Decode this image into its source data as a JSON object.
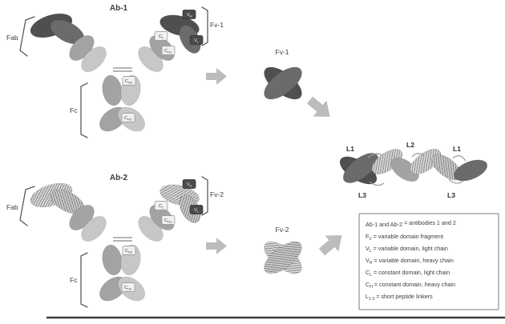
{
  "palette": {
    "domain_dark": "#4f4f4f",
    "domain_dark_alt": "#6b6b6b",
    "domain_mid": "#a3a3a3",
    "domain_light": "#c7c7c7",
    "hatch_bg": "#dcdcdc",
    "hatch_line": "#7f7f7f",
    "arrow": "#bcbcbc",
    "bracket": "#5a5a5a",
    "legend_border": "#7a7a7a",
    "text": "#3c3c3c"
  },
  "ab1": {
    "title": "Ab-1",
    "fab_label": "Fab",
    "fv_label": "Fv-1",
    "fc_label": "Fc"
  },
  "ab2": {
    "title": "Ab-2",
    "fab_label": "Fab",
    "fv_label": "Fv-2",
    "fc_label": "Fc"
  },
  "chips": {
    "vh": {
      "sym": "V",
      "sub": "H"
    },
    "vl": {
      "sym": "V",
      "sub": "L"
    },
    "cl": {
      "sym": "C",
      "sub": "L"
    },
    "ch1": {
      "sym": "C",
      "sub": "H1"
    },
    "ch2": {
      "sym": "C",
      "sub": "H2"
    },
    "ch3": {
      "sym": "C",
      "sub": "H3"
    }
  },
  "fragments": {
    "fv1_label": "Fv-1",
    "fv2_label": "Fv-2"
  },
  "construct": {
    "l1_left": "L1",
    "l2": "L2",
    "l1_right": "L1",
    "l3_left": "L3",
    "l3_right": "L3"
  },
  "legend": {
    "lines": [
      {
        "sym": "Ab-1 and Ab-2",
        "sub": "",
        "rest": " = antibodies 1 and 2"
      },
      {
        "sym": "F",
        "sub": "V",
        "rest": " = variable domain fragment"
      },
      {
        "sym": "V",
        "sub": "L",
        "rest": " = variable domain, light chain"
      },
      {
        "sym": "V",
        "sub": "H",
        "rest": " = variable domain, heavy chain"
      },
      {
        "sym": "C",
        "sub": "L",
        "rest": " = constant domain, light chain"
      },
      {
        "sym": "C",
        "sub": "H",
        "rest": " = constant domain, heavy chain"
      },
      {
        "sym": "L",
        "sub": "1-3",
        "rest": " = short peptide linkers"
      }
    ]
  }
}
